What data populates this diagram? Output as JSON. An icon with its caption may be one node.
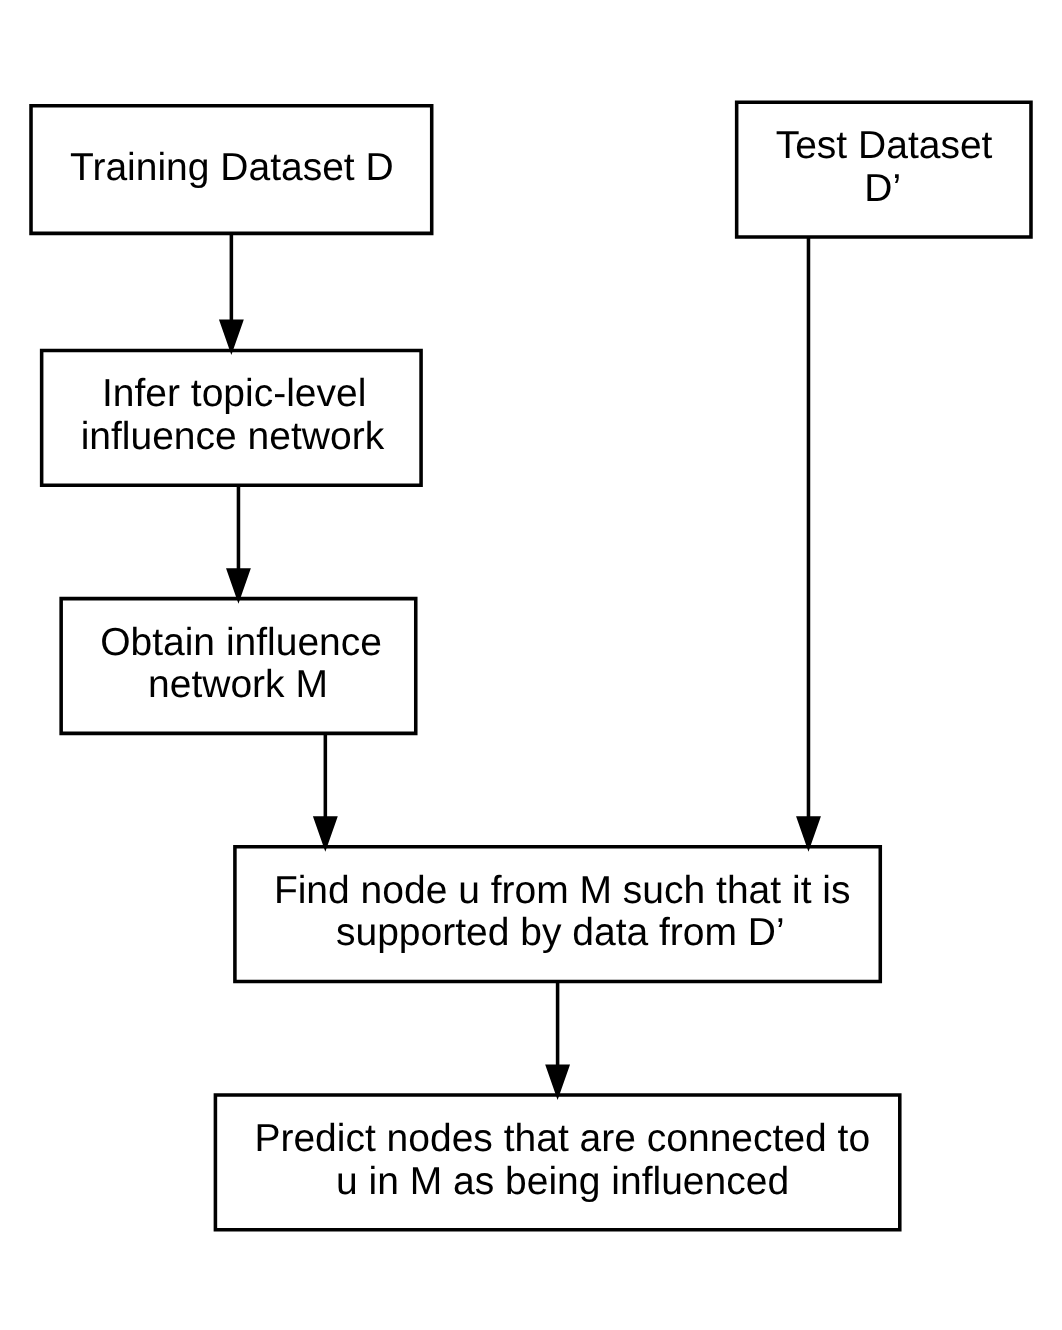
{
  "diagram": {
    "nodes": [
      {
        "text": [
          "Training Dataset D"
        ]
      },
      {
        "text": [
          "Test Dataset D’"
        ]
      },
      {
        "text": [
          "Infer topic-level influence network"
        ]
      },
      {
        "text": [
          "Obtain influence network M"
        ]
      },
      {
        "text": [
          "Find node u from M such that it is supported by data from D’"
        ]
      },
      {
        "text": [
          "Predict nodes that are connected to u in M as being influenced"
        ]
      }
    ],
    "edges": [
      {
        "from": 0,
        "to": 2,
        "arrow": "to"
      },
      {
        "from": 2,
        "to": 3,
        "arrow": "to"
      },
      {
        "from": 3,
        "to": 4,
        "arrow": "to"
      },
      {
        "from": 1,
        "to": 4,
        "arrow": "to"
      },
      {
        "from": 4,
        "to": 5,
        "arrow": "to"
      }
    ]
  }
}
